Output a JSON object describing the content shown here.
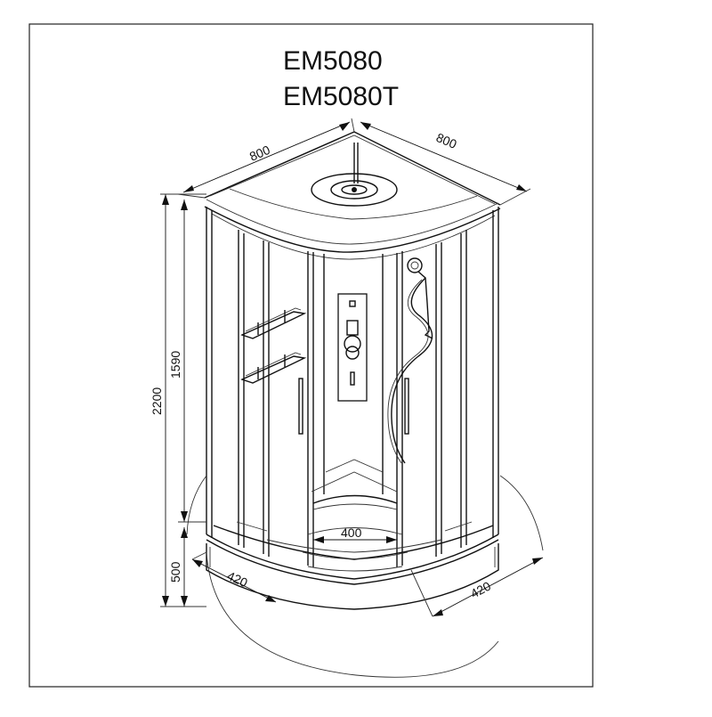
{
  "models": {
    "primary": "EM5080",
    "secondary": "EM5080T"
  },
  "dimensions": {
    "top_left_width": "800",
    "top_right_width": "800",
    "total_height": "2200",
    "door_height": "1590",
    "tray_height": "500",
    "tray_left_depth": "420",
    "tray_right_depth": "420",
    "seat_width": "400"
  },
  "colors": {
    "line": "#111111",
    "background": "#ffffff"
  }
}
